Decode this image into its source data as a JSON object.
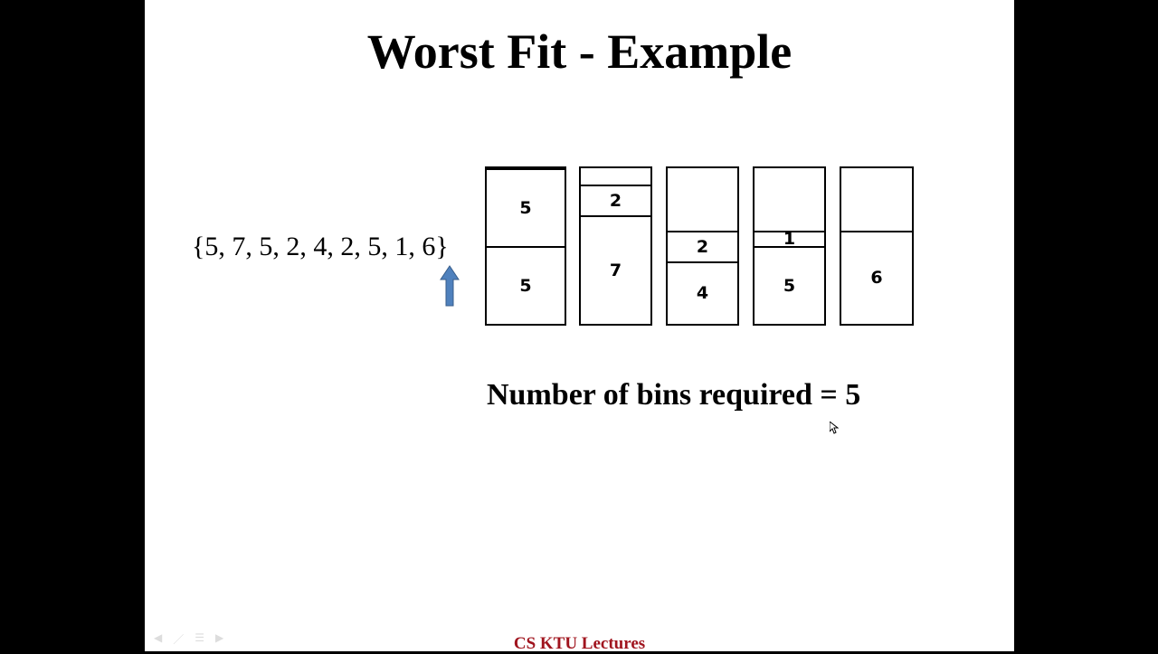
{
  "slide": {
    "title": "Worst Fit - Example",
    "sequence": "{5, 7, 5, 2, 4, 2, 5, 1, 6}",
    "result": "Number of bins required = 5",
    "footer": "CS KTU Lectures",
    "footer_color": "#a0141e",
    "arrow_color": "#4f81bd"
  },
  "bins": [
    {
      "items": [
        5,
        5
      ]
    },
    {
      "items": [
        7,
        2
      ]
    },
    {
      "items": [
        4,
        2
      ]
    },
    {
      "items": [
        5,
        1
      ]
    },
    {
      "items": [
        6
      ]
    }
  ],
  "nav_icons": [
    "previous-icon",
    "pen-icon",
    "menu-icon",
    "next-icon"
  ]
}
